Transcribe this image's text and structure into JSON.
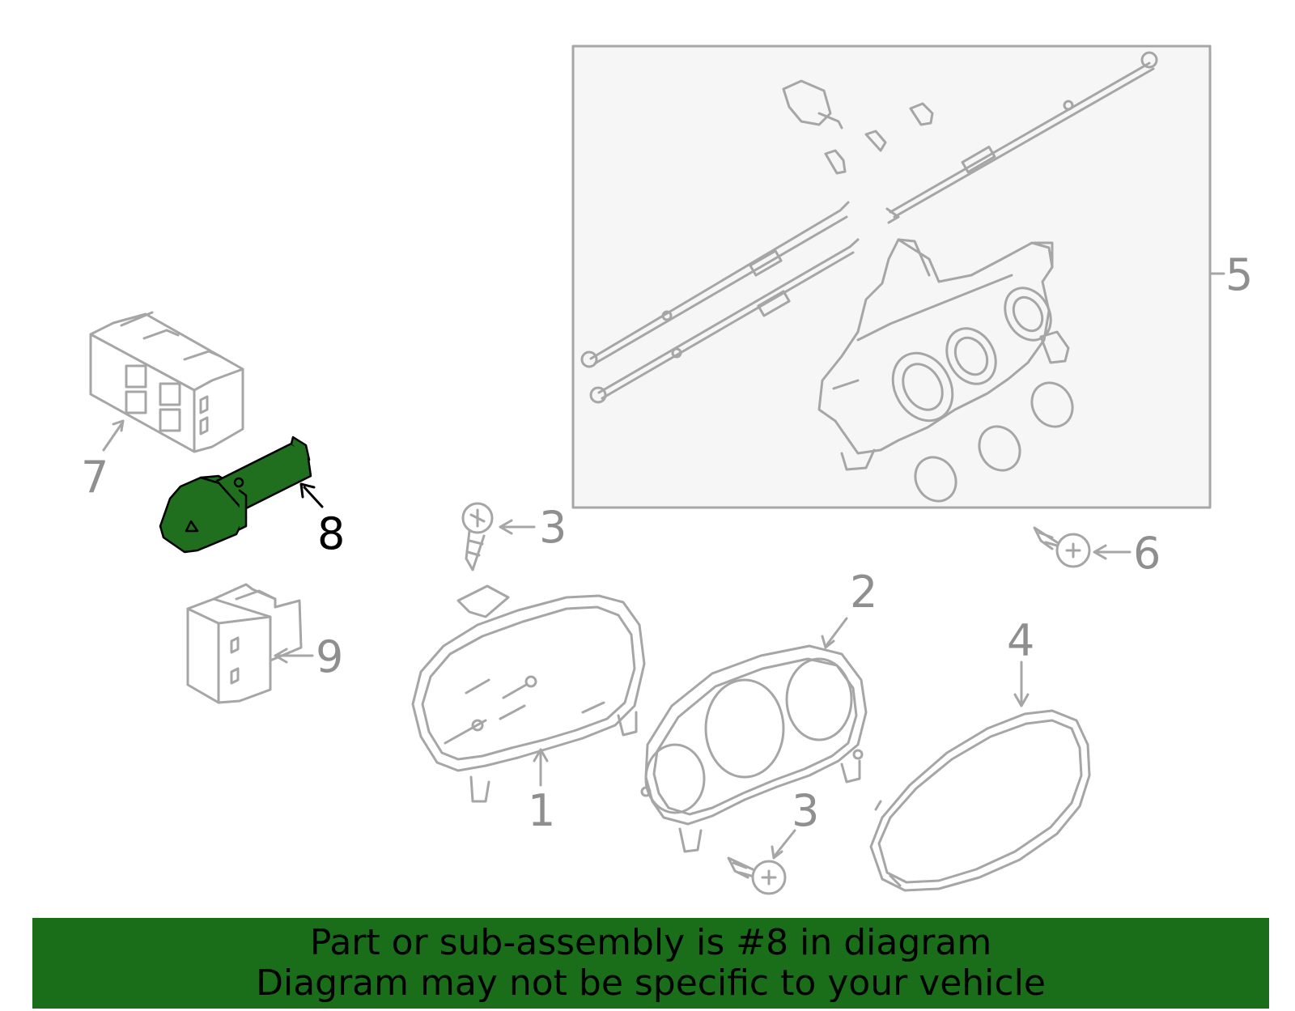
{
  "colors": {
    "line": "#a6a6a6",
    "highlight_fill": "#1f6f1f",
    "highlight_stroke": "#000000",
    "box_fill": "#f6f6f6",
    "banner_bg": "#1a6e1a"
  },
  "callouts": {
    "c1": "1",
    "c2": "2",
    "c3a": "3",
    "c3b": "3",
    "c4": "4",
    "c5": "5",
    "c6": "6",
    "c7": "7",
    "c8": "8",
    "c9": "9"
  },
  "selected_part": "8",
  "banner": {
    "line1": "Part or sub-assembly is #8 in diagram",
    "line2": "Diagram may not be specific to your vehicle"
  }
}
